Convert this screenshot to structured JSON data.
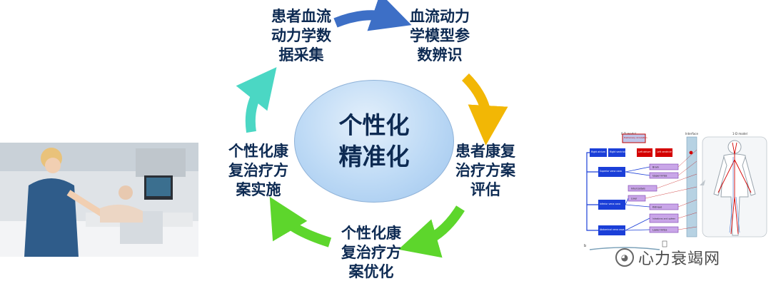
{
  "cycle": {
    "center": "个性化\n精准化",
    "steps": [
      "患者血流\n动力学数\n据采集",
      "血流动力\n学模型参\n数辨识",
      "患者康复\n治疗方案\n评估",
      "个性化康\n复治疗方\n案优化",
      "个性化康\n复治疗方\n案实施"
    ],
    "arrow_colors": [
      "#3d6fc6",
      "#f2b705",
      "#5dd62c",
      "#4bd7c4"
    ],
    "node_text_color": "#0d2a52"
  },
  "watermark": {
    "text": "心力衰竭网"
  },
  "model_figure": {
    "labels": {
      "model_0d": "0-D model",
      "interface": "Interface",
      "model_1d": "1-D model",
      "right_atrium": "Right atrium",
      "right_ventricle": "Right ventricle",
      "pulmonary": "Pulmonary circulation",
      "left_atrium": "Left atrium",
      "left_ventricle": "Left ventricle",
      "superior_vena_cava": "Superior vena cava",
      "inferior_vena_cava": "Inferior vena cava",
      "abdominal_vena_cava": "Abdominal vena cava",
      "brain": "Brain",
      "upper_limbs": "Upper limbs",
      "intercostals": "Intercostals",
      "liver": "Liver",
      "kidneys": "Kidneys",
      "intestines": "Intestines and spleen",
      "lower_limbs": "Lower limbs",
      "panel_b": "b"
    }
  }
}
